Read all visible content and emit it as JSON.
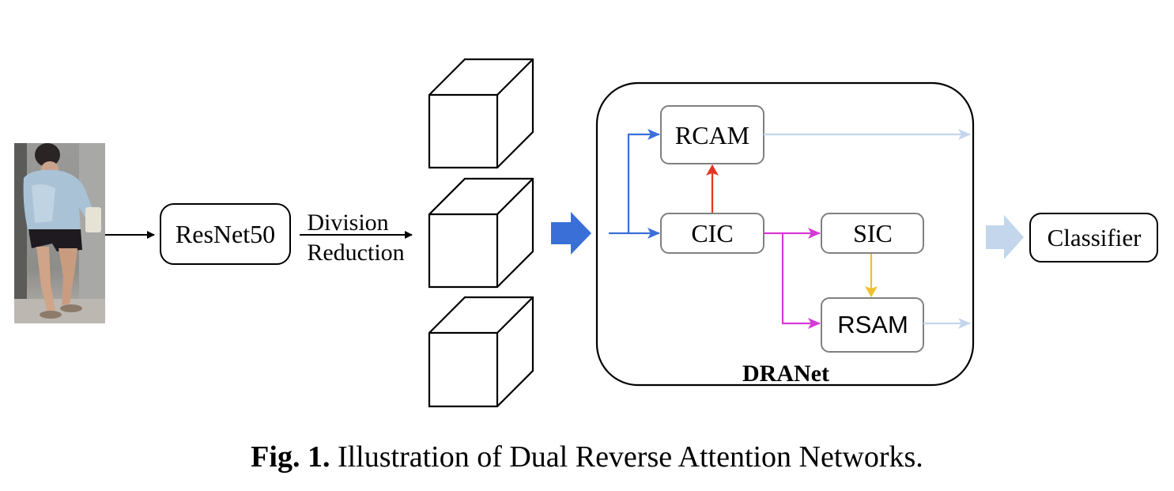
{
  "diagram": {
    "backbone": "ResNet50",
    "division_line1": "Division",
    "division_line2": "Reduction",
    "framework": "DRANet",
    "modules": {
      "rcam": "RCAM",
      "cic": "CIC",
      "sic": "SIC",
      "rsam": "RSAM"
    },
    "classifier": "Classifier",
    "colors": {
      "blue_arrow": "#3a6fd8",
      "light_blue_arrow": "#c3d6ec",
      "red_arrow": "#e8321f",
      "magenta_arrow": "#d43ad6",
      "yellow_arrow": "#f0c02a",
      "module_border": "#808080"
    }
  },
  "caption": {
    "label": "Fig. 1.",
    "text": " Illustration of Dual Reverse Attention Networks."
  }
}
